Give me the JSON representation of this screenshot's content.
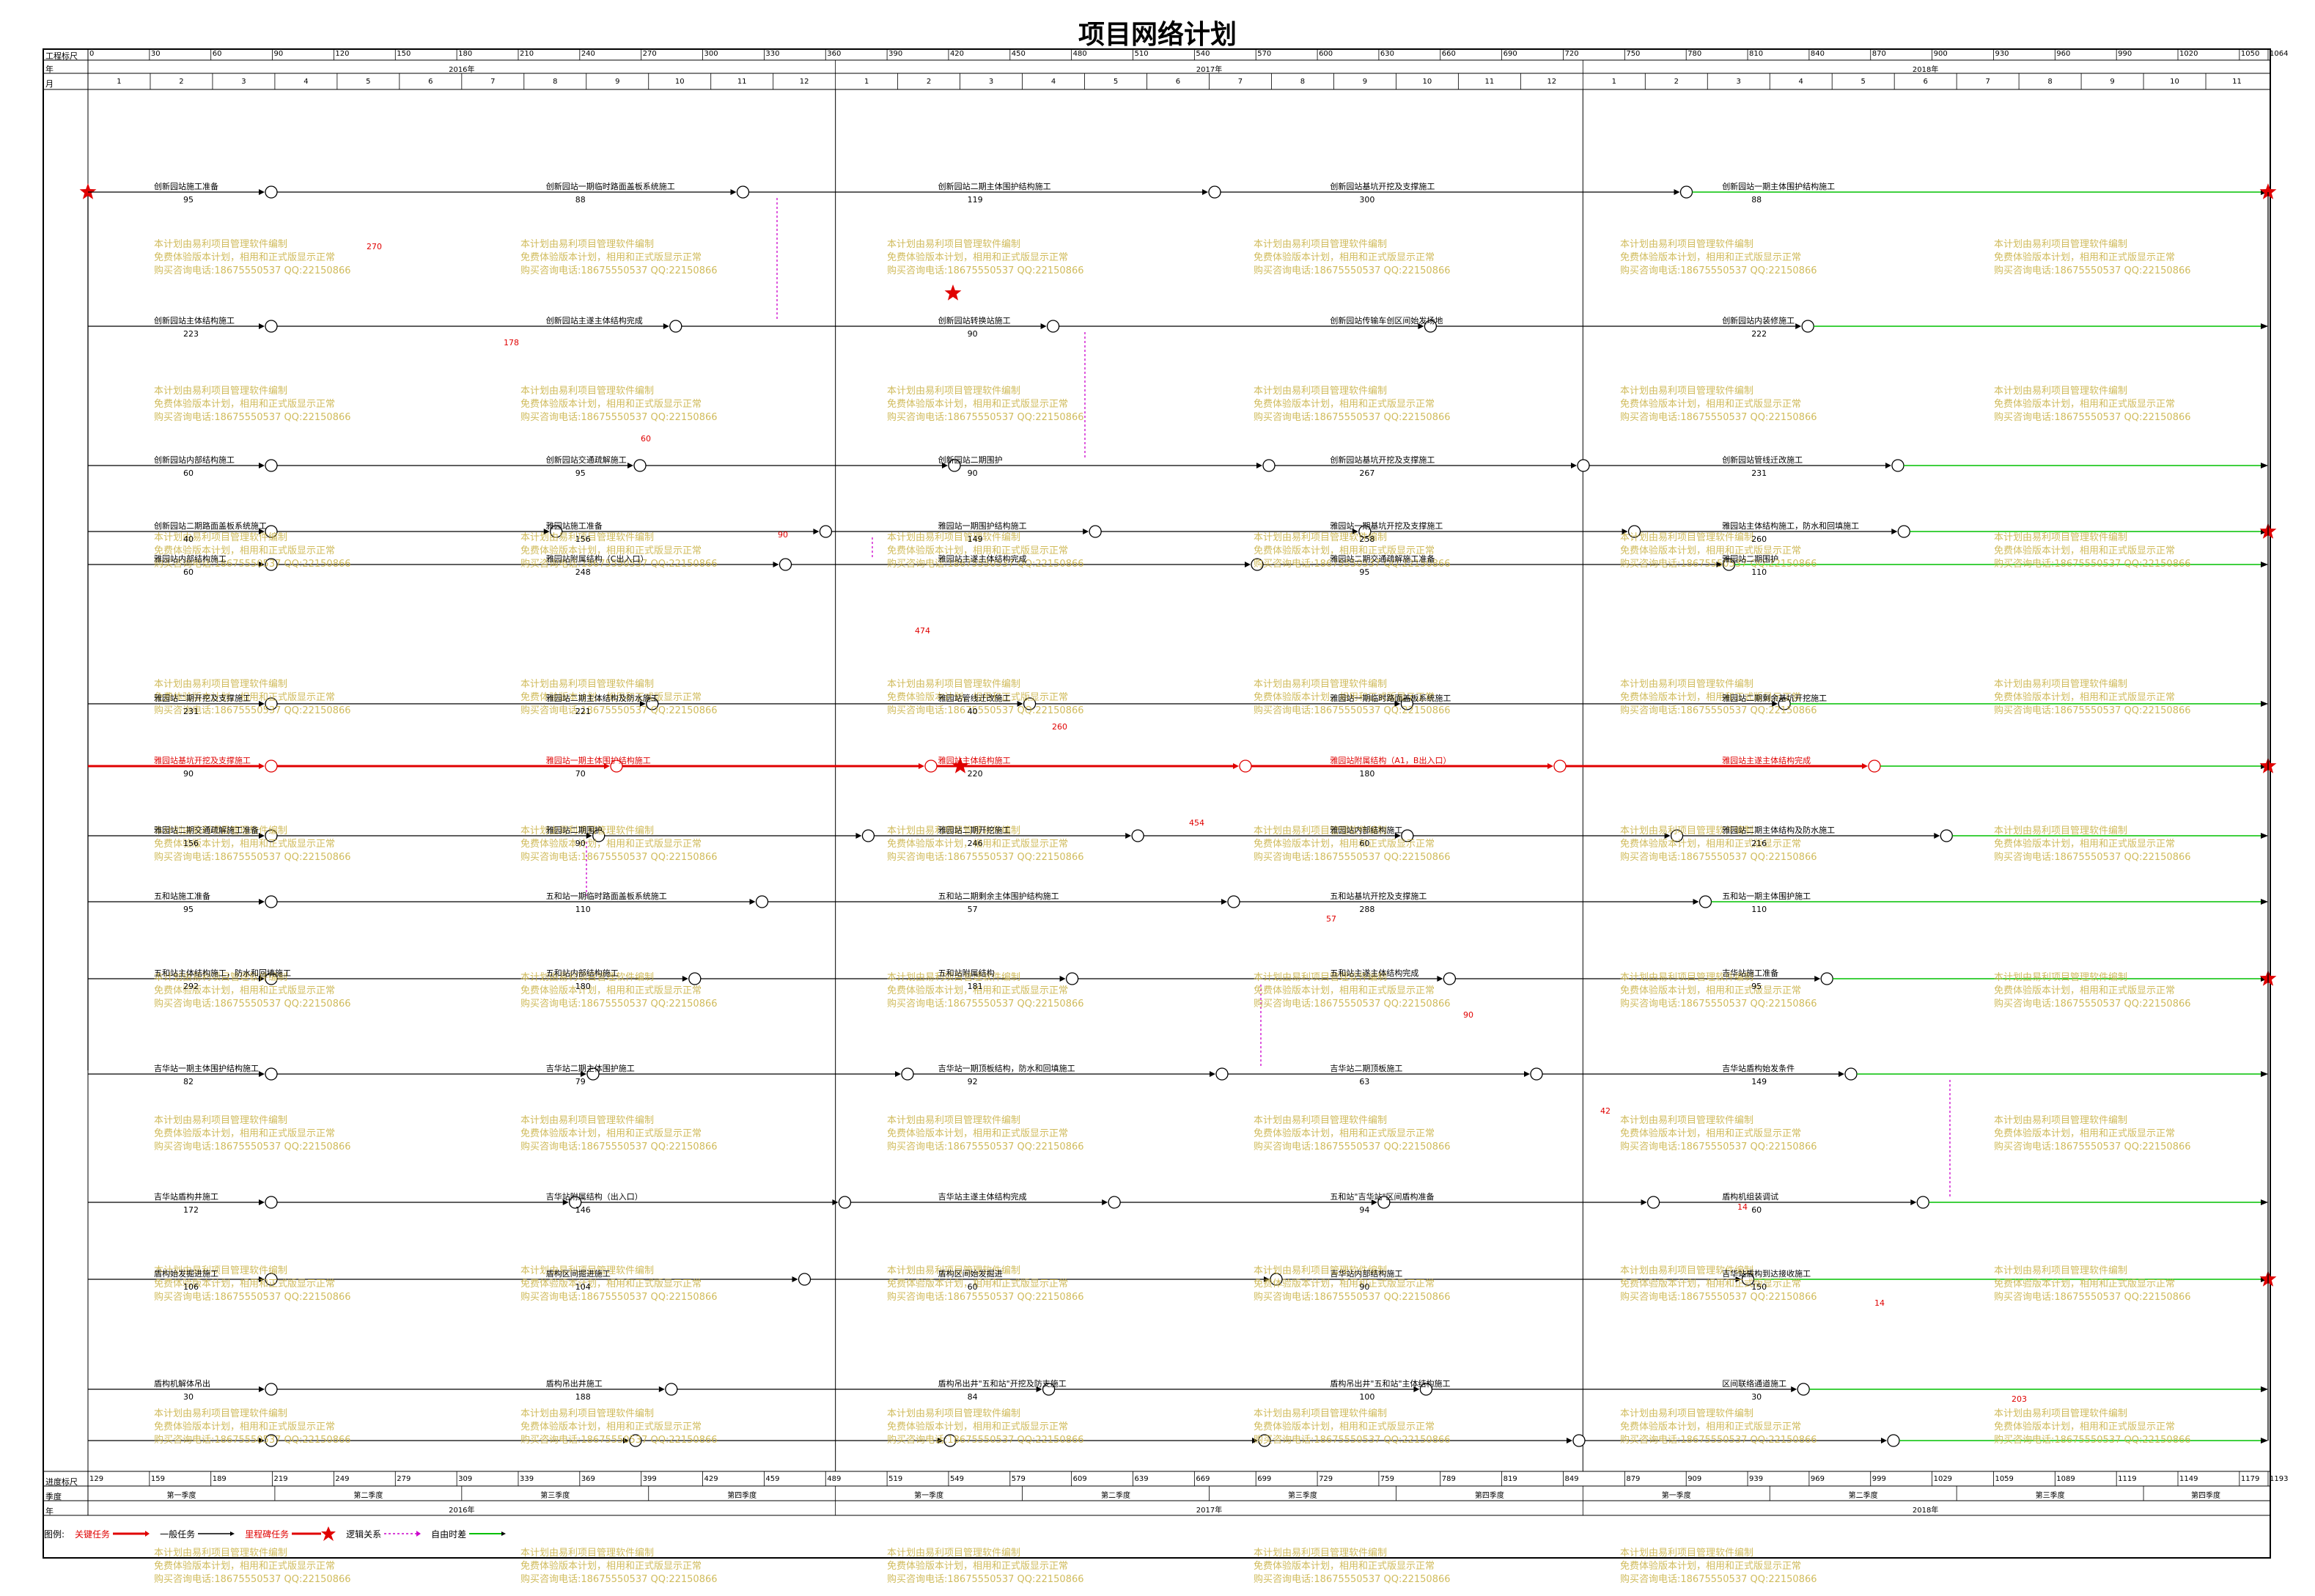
{
  "title": "项目网络计划",
  "header": {
    "row_scale_label": "工程标尺",
    "row_year_label": "年",
    "row_month_label": "月",
    "scale_ticks": [
      "0",
      "30",
      "60",
      "90",
      "120",
      "150",
      "180",
      "210",
      "240",
      "270",
      "300",
      "330",
      "360",
      "390",
      "420",
      "450",
      "480",
      "510",
      "540",
      "570",
      "600",
      "630",
      "660",
      "690",
      "720",
      "750",
      "780",
      "810",
      "840",
      "870",
      "900",
      "930",
      "960",
      "990",
      "1020",
      "1050",
      "1064"
    ],
    "years": [
      "2016年",
      "2017年",
      "2018年"
    ],
    "months_2016": [
      "1",
      "2",
      "3",
      "4",
      "5",
      "6",
      "7",
      "8",
      "9",
      "10",
      "11",
      "12"
    ],
    "months_2017": [
      "1",
      "2",
      "3",
      "4",
      "5",
      "6",
      "7",
      "8",
      "9",
      "10",
      "11",
      "12"
    ],
    "months_2018": [
      "1",
      "2",
      "3",
      "4",
      "5",
      "6",
      "7",
      "8",
      "9",
      "10",
      "11"
    ]
  },
  "footer": {
    "row_scale_label": "进度标尺",
    "row_quarter_label": "季度",
    "row_year_label": "年",
    "scale_ticks": [
      "129",
      "159",
      "189",
      "219",
      "249",
      "279",
      "309",
      "339",
      "369",
      "399",
      "429",
      "459",
      "489",
      "519",
      "549",
      "579",
      "609",
      "639",
      "669",
      "699",
      "729",
      "759",
      "789",
      "819",
      "849",
      "879",
      "909",
      "939",
      "969",
      "999",
      "1029",
      "1059",
      "1089",
      "1119",
      "1149",
      "1179",
      "1193"
    ],
    "quarters": [
      "第一季度",
      "第二季度",
      "第三季度",
      "第四季度",
      "第一季度",
      "第二季度",
      "第三季度",
      "第四季度",
      "第一季度",
      "第二季度",
      "第三季度",
      "第四季度"
    ],
    "years": [
      "2016年",
      "2017年",
      "2018年"
    ]
  },
  "legend": {
    "label": "图例:",
    "critical": "关键任务",
    "normal": "一般任务",
    "milestone": "里程碑任务",
    "logic": "逻辑关系",
    "free_float": "自由时差"
  },
  "watermark": {
    "line1": "本计划由易利项目管理软件编制",
    "line2": "免费体验版本计划，相用和正式版显示正常",
    "line3": "购买咨询电话:18675550537 QQ:22150866"
  },
  "colors": {
    "critical": "#e00000",
    "normal": "#000000",
    "logic": "#cc00cc",
    "float": "#00c000",
    "watermark": "#c8b040"
  },
  "tasks": [
    {
      "label": "创新园站施工准备",
      "duration": "95"
    },
    {
      "label": "创新园站一期临时路面盖板系统施工",
      "duration": "88"
    },
    {
      "label": "创新园站二期主体围护结构施工",
      "duration": "119"
    },
    {
      "label": "创新园站基坑开挖及支撑施工",
      "duration": "300"
    },
    {
      "label": "创新园站一期主体围护结构施工",
      "duration": "88"
    },
    {
      "label": "创新园站主体结构施工",
      "duration": "223"
    },
    {
      "label": "创新园站主遂主体结构完成",
      "duration": ""
    },
    {
      "label": "创新园站转换站施工",
      "duration": "90"
    },
    {
      "label": "创新园站传输车创区间始发场地",
      "duration": ""
    },
    {
      "label": "创新园站内装修施工",
      "duration": "222"
    },
    {
      "label": "创新园站内部结构施工",
      "duration": "60"
    },
    {
      "label": "创新园站交通疏解施工",
      "duration": "95"
    },
    {
      "label": "创新园站二期围护",
      "duration": "90"
    },
    {
      "label": "创新园站基坑开挖及支撑施工",
      "duration": "267"
    },
    {
      "label": "创新园站管线迁改施工",
      "duration": "231"
    },
    {
      "label": "创新园站二期路面盖板系统施工",
      "duration": "40"
    },
    {
      "label": "雅园站施工准备",
      "duration": "156"
    },
    {
      "label": "雅园站一期围护结构施工",
      "duration": "149"
    },
    {
      "label": "雅园站一期基坑开挖及支撑施工",
      "duration": "258"
    },
    {
      "label": "雅园站主体结构施工，防水和回填施工",
      "duration": "260"
    },
    {
      "label": "雅园站内部结构施工",
      "duration": "60"
    },
    {
      "label": "雅园站附属结构（C出入口）",
      "duration": "248"
    },
    {
      "label": "雅园站主遂主体结构完成",
      "duration": ""
    },
    {
      "label": "雅园站二期交通疏解施工准备",
      "duration": "95"
    },
    {
      "label": "雅园站二期围护",
      "duration": "110"
    },
    {
      "label": "雅园站二期开挖及支撑施工",
      "duration": "231"
    },
    {
      "label": "雅园站二期主体结构及防水施工",
      "duration": "221"
    },
    {
      "label": "雅园站管线迁改施工",
      "duration": "40"
    },
    {
      "label": "雅园站一期临时路面盖板系统施工",
      "duration": ""
    },
    {
      "label": "雅园站二期剩余基坑开挖施工",
      "duration": ""
    },
    {
      "label": "雅园站基坑开挖及支撑施工",
      "duration": "90"
    },
    {
      "label": "雅园站一期主体围护结构施工",
      "duration": "70"
    },
    {
      "label": "雅园站主体结构施工",
      "duration": "220"
    },
    {
      "label": "雅园站附属结构（A1，B出入口）",
      "duration": "180"
    },
    {
      "label": "雅园站主遂主体结构完成",
      "duration": ""
    },
    {
      "label": "雅园站二期交通疏解施工准备",
      "duration": "156"
    },
    {
      "label": "雅园站二期围护",
      "duration": "90"
    },
    {
      "label": "雅园站二期开挖施工",
      "duration": "246"
    },
    {
      "label": "雅园站内部结构施工",
      "duration": "60"
    },
    {
      "label": "雅园站二期主体结构及防水施工",
      "duration": "216"
    },
    {
      "label": "五和站施工准备",
      "duration": "95"
    },
    {
      "label": "五和站一期临时路面盖板系统施工",
      "duration": "110"
    },
    {
      "label": "五和站二期剩余主体围护结构施工",
      "duration": "57"
    },
    {
      "label": "五和站基坑开挖及支撑施工",
      "duration": "288"
    },
    {
      "label": "五和站一期主体围护施工",
      "duration": "110"
    },
    {
      "label": "五和站主体结构施工，防水和回填施工",
      "duration": "292"
    },
    {
      "label": "五和站内部结构施工",
      "duration": "180"
    },
    {
      "label": "五和站附属结构",
      "duration": "181"
    },
    {
      "label": "五和站主遂主体结构完成",
      "duration": ""
    },
    {
      "label": "吉华站施工准备",
      "duration": "95"
    },
    {
      "label": "吉华站一期主体围护结构施工",
      "duration": "82"
    },
    {
      "label": "吉华站二期主体围护施工",
      "duration": "79"
    },
    {
      "label": "吉华站一期顶板结构，防水和回填施工",
      "duration": "92"
    },
    {
      "label": "吉华站二期顶板施工",
      "duration": "63"
    },
    {
      "label": "吉华站盾构始发条件",
      "duration": "149"
    },
    {
      "label": "吉华站盾构井施工",
      "duration": "172"
    },
    {
      "label": "吉华站附属结构（出入口）",
      "duration": "146"
    },
    {
      "label": "吉华站主遂主体结构完成",
      "duration": ""
    },
    {
      "label": "五和站\"吉华站\"区间盾构准备",
      "duration": "94"
    },
    {
      "label": "盾构机组装调试",
      "duration": "60"
    },
    {
      "label": "盾构始发掘进施工",
      "duration": "106"
    },
    {
      "label": "盾构区间掘进施工",
      "duration": "104"
    },
    {
      "label": "盾构区间始发掘进",
      "duration": "60"
    },
    {
      "label": "吉华站内部结构施工",
      "duration": "90"
    },
    {
      "label": "吉华站盾构到达接收施工",
      "duration": "150"
    },
    {
      "label": "盾构机解体吊出",
      "duration": "30"
    },
    {
      "label": "盾构吊出井施工",
      "duration": "188"
    },
    {
      "label": "盾构吊出井\"五和站\"开挖及防支施工",
      "duration": "84"
    },
    {
      "label": "盾构吊出井\"五和站\"主体结构施工",
      "duration": "100"
    },
    {
      "label": "区间联络通道施工",
      "duration": "30"
    }
  ],
  "float_values": [
    "270",
    "178",
    "60",
    "90",
    "474",
    "260",
    "454",
    "57",
    "90",
    "42",
    "14",
    "14",
    "203"
  ]
}
